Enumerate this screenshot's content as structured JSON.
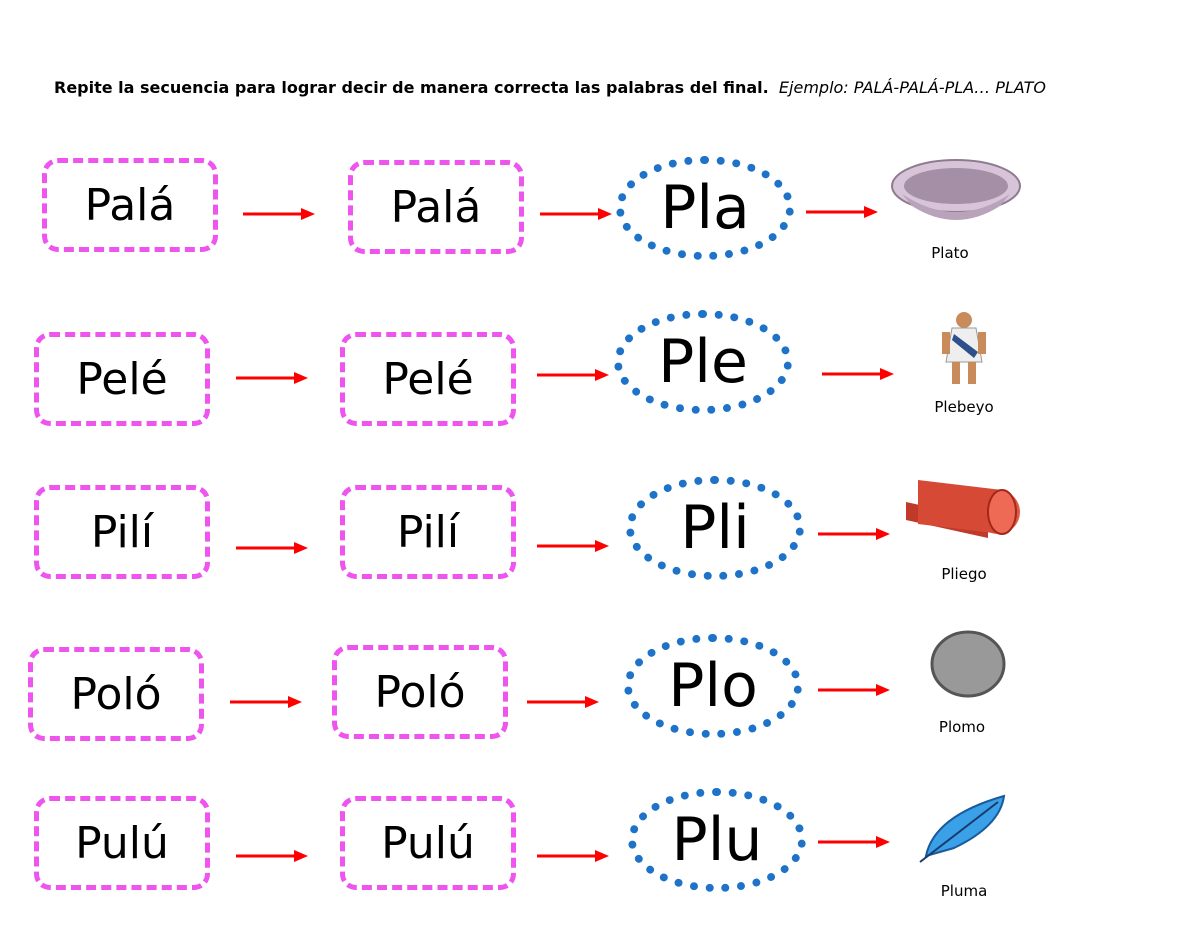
{
  "instruction": {
    "bold": "Repite la secuencia para lograr decir de manera correcta las palabras del final.",
    "italic": "Ejemplo: PALÁ-PALÁ-PLA… PLATO"
  },
  "rows": [
    {
      "first": "Palá",
      "second": "Palá",
      "syllable": "Pla",
      "word": "Plato",
      "icon": "plate-icon"
    },
    {
      "first": "Pelé",
      "second": "Pelé",
      "syllable": "Ple",
      "word": "Plebeyo",
      "icon": "commoner-icon"
    },
    {
      "first": "Pilí",
      "second": "Pilí",
      "syllable": "Pli",
      "word": "Pliego",
      "icon": "paper-roll-icon"
    },
    {
      "first": "Poló",
      "second": "Poló",
      "syllable": "Plo",
      "word": "Plomo",
      "icon": "lead-disc-icon"
    },
    {
      "first": "Pulú",
      "second": "Pulú",
      "syllable": "Plu",
      "word": "Pluma",
      "icon": "feather-icon"
    }
  ],
  "colors": {
    "box_border": "#ee55ee",
    "oval_border": "#1e73c8",
    "arrow": "#ff0000"
  }
}
